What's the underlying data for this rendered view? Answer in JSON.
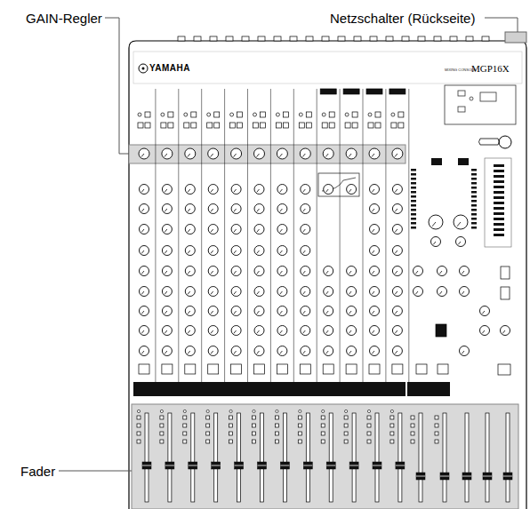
{
  "diagram": {
    "labels": [
      "GAIN-Regler",
      "Netzschalter (Rückseite)",
      "Fader",
      "YAMAHA",
      "MIXING CONSOLE",
      "MGP16X"
    ]
  }
}
